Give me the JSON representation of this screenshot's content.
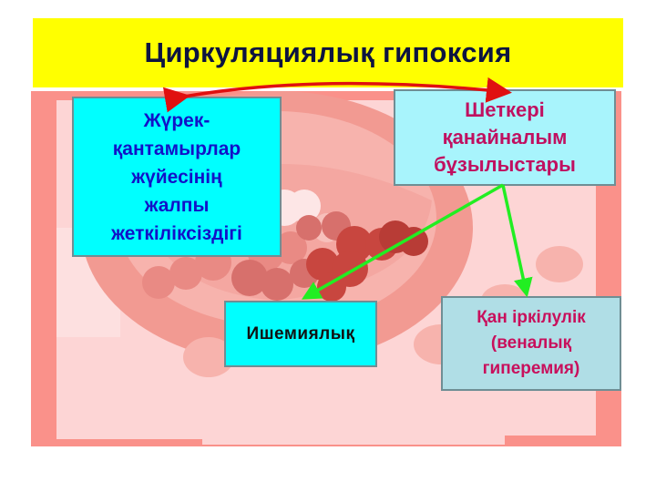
{
  "title": "Циркуляциялық гипоксия",
  "colors": {
    "title_band": "#ffff00",
    "title_text": "#0d1440",
    "background_frame": "#fa918a",
    "background_inner": "#fdd5d5",
    "box_cyan": "#00ffff",
    "box_light_cyan": "#a8f4fc",
    "box_grey_blue": "#b0dee6",
    "arrow_red": "#e01010",
    "arrow_green": "#22ee22",
    "text_blue": "#1212c8",
    "text_magenta": "#c01060"
  },
  "nodes": {
    "cardio": {
      "label": "Жүрек-\nқантамырлар\nжүйесінің\nжалпы\nжеткіліксіздігі"
    },
    "peripheral": {
      "label": "Шеткері\nқанайналым\nбұзылыстары"
    },
    "ischemia": {
      "label": "Ишемиялық"
    },
    "venous": {
      "label": "Қан іркілулік\n(веналық\nгиперемия)"
    }
  },
  "edges": [
    {
      "from": "peripheral",
      "to": "cardio",
      "style": "red double-headed curved arrow"
    },
    {
      "from": "peripheral",
      "to": "ischemia",
      "style": "green arrow"
    },
    {
      "from": "peripheral",
      "to": "venous",
      "style": "green arrow"
    }
  ]
}
